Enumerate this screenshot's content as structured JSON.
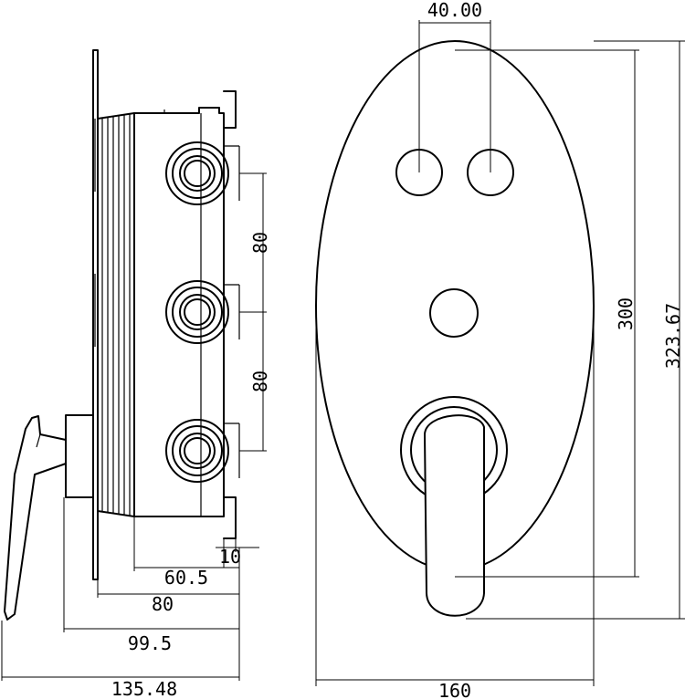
{
  "dimensions": {
    "knob_spacing": "40.00",
    "outlet_spacing_upper": "80",
    "outlet_spacing_lower": "80",
    "plate_height": "300",
    "overall_height": "323.67",
    "plate_width": "160",
    "depth_nut": "10",
    "depth_body": "60.5",
    "depth_plate_to_body": "80",
    "depth_handle": "99.5",
    "depth_total": "135.48"
  }
}
